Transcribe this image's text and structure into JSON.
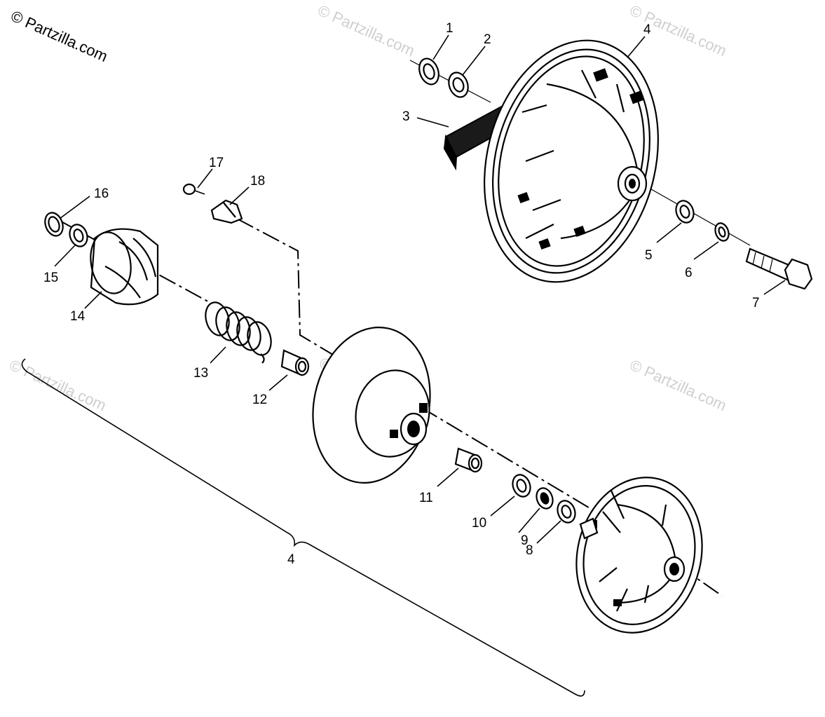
{
  "watermark": {
    "copyright": "© Partzilla.com",
    "text": "© Partzilla.com"
  },
  "callouts": [
    {
      "id": "c1",
      "label": "1"
    },
    {
      "id": "c2",
      "label": "2"
    },
    {
      "id": "c3",
      "label": "3"
    },
    {
      "id": "c4a",
      "label": "4"
    },
    {
      "id": "c5",
      "label": "5"
    },
    {
      "id": "c6",
      "label": "6"
    },
    {
      "id": "c7",
      "label": "7"
    },
    {
      "id": "c8",
      "label": "8"
    },
    {
      "id": "c9",
      "label": "9"
    },
    {
      "id": "c10",
      "label": "10"
    },
    {
      "id": "c11",
      "label": "11"
    },
    {
      "id": "c12",
      "label": "12"
    },
    {
      "id": "c13",
      "label": "13"
    },
    {
      "id": "c14",
      "label": "14"
    },
    {
      "id": "c15",
      "label": "15"
    },
    {
      "id": "c16",
      "label": "16"
    },
    {
      "id": "c17",
      "label": "17"
    },
    {
      "id": "c18",
      "label": "18"
    },
    {
      "id": "c4b",
      "label": "4"
    }
  ]
}
